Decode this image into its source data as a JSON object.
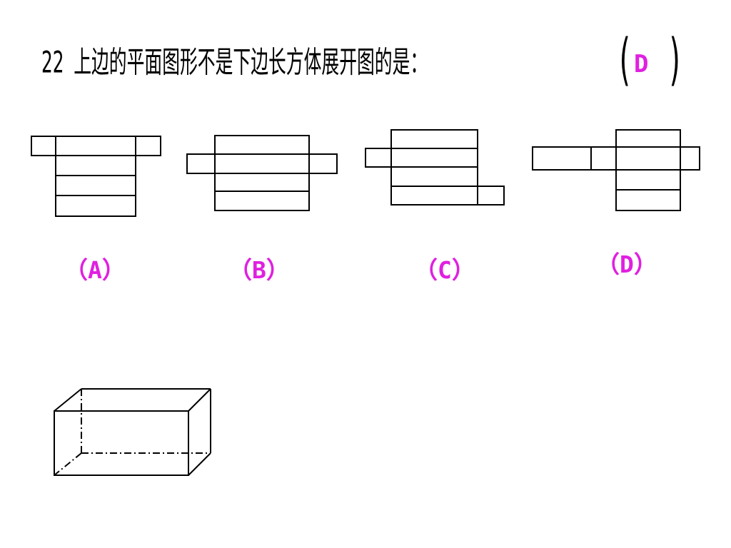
{
  "question": {
    "number": "22",
    "text": "上边的平面图形不是下边长方体展开图的是："
  },
  "answer": {
    "open_paren": "(",
    "value": "D",
    "close_paren": ")"
  },
  "options": [
    {
      "label": "（A）"
    },
    {
      "label": "（B）"
    },
    {
      "label": "（C）"
    },
    {
      "label": "（D）"
    }
  ],
  "colors": {
    "answer": "#e020e0",
    "lines": "#000000"
  }
}
